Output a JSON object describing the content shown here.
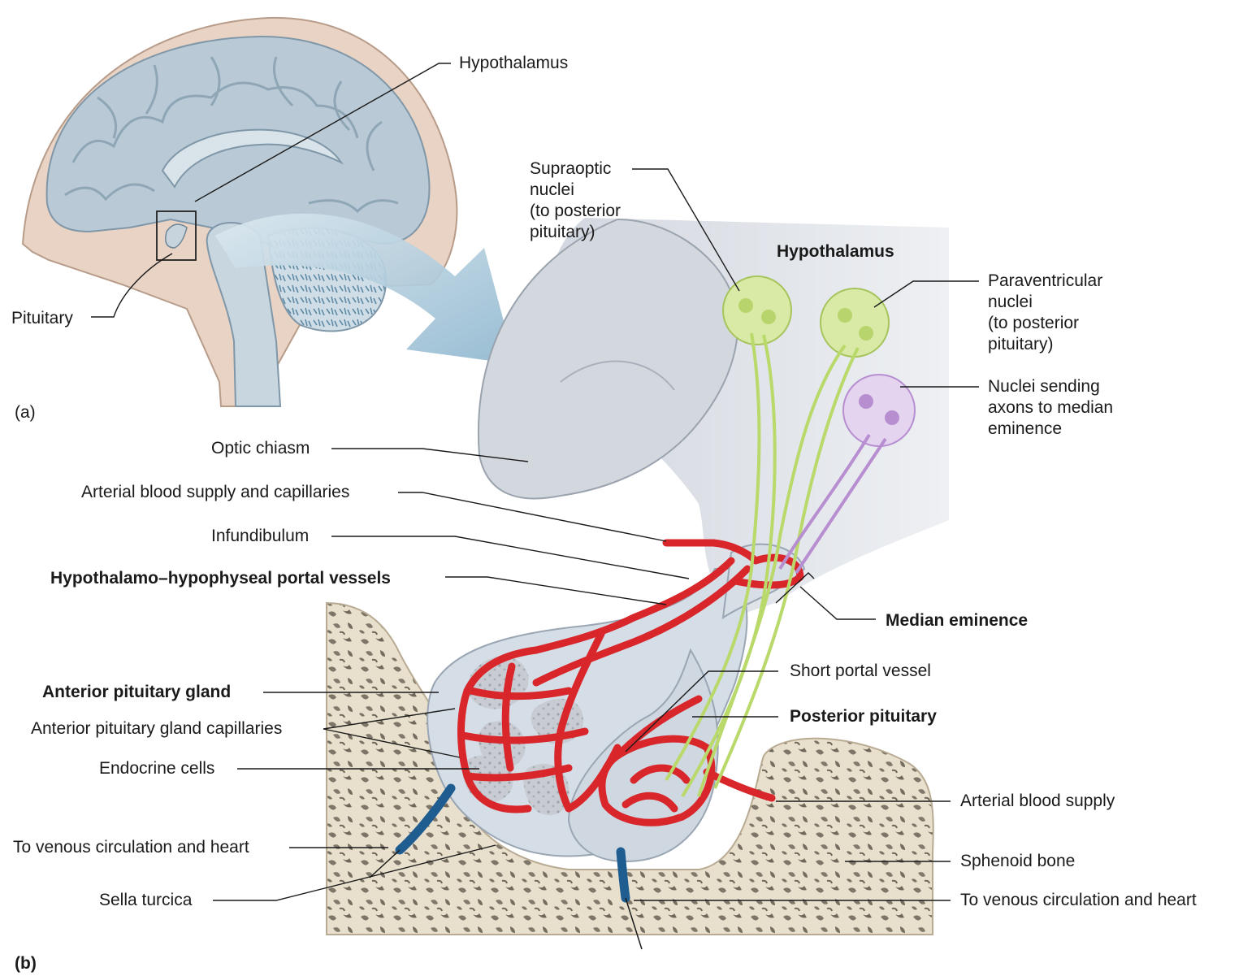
{
  "panel_a": {
    "tag": "(a)",
    "labels": {
      "hypothalamus": "Hypothalamus",
      "pituitary": "Pituitary"
    }
  },
  "panel_b": {
    "tag": "(b)",
    "region_title": "Hypothalamus",
    "supraoptic": [
      "Supraoptic",
      "nuclei",
      "(to posterior",
      "pituitary)"
    ],
    "paraventricular": [
      "Paraventricular",
      "nuclei",
      "(to posterior",
      "pituitary)"
    ],
    "median_nuclei": [
      "Nuclei sending",
      "axons to median",
      "eminence"
    ],
    "left_labels": {
      "optic_chiasm": "Optic chiasm",
      "arterial_capillaries": "Arterial blood supply and capillaries",
      "infundibulum": "Infundibulum",
      "portal_vessels": "Hypothalamo–hypophyseal portal vessels",
      "anterior_gland": "Anterior pituitary gland",
      "anterior_capillaries": "Anterior pituitary gland capillaries",
      "endocrine_cells": "Endocrine cells",
      "venous_left": "To venous circulation and heart",
      "sella_turcica": "Sella turcica"
    },
    "right_labels": {
      "median_eminence": "Median eminence",
      "short_portal": "Short portal vessel",
      "posterior_pituitary": "Posterior pituitary",
      "arterial_supply": "Arterial blood supply",
      "sphenoid": "Sphenoid bone",
      "venous_right": "To venous circulation and heart"
    }
  },
  "colors": {
    "brain": "#b9cad6",
    "skull": "#e9d3c4",
    "bone": "#e8dfcc",
    "gland": "#d5dde6",
    "vessel": "#d8262b",
    "vein": "#1f5d91",
    "axon_green": "#b9d96a",
    "axon_purple": "#b78fd0"
  },
  "icons": {
    "arrow": "curved-arrow-icon"
  }
}
